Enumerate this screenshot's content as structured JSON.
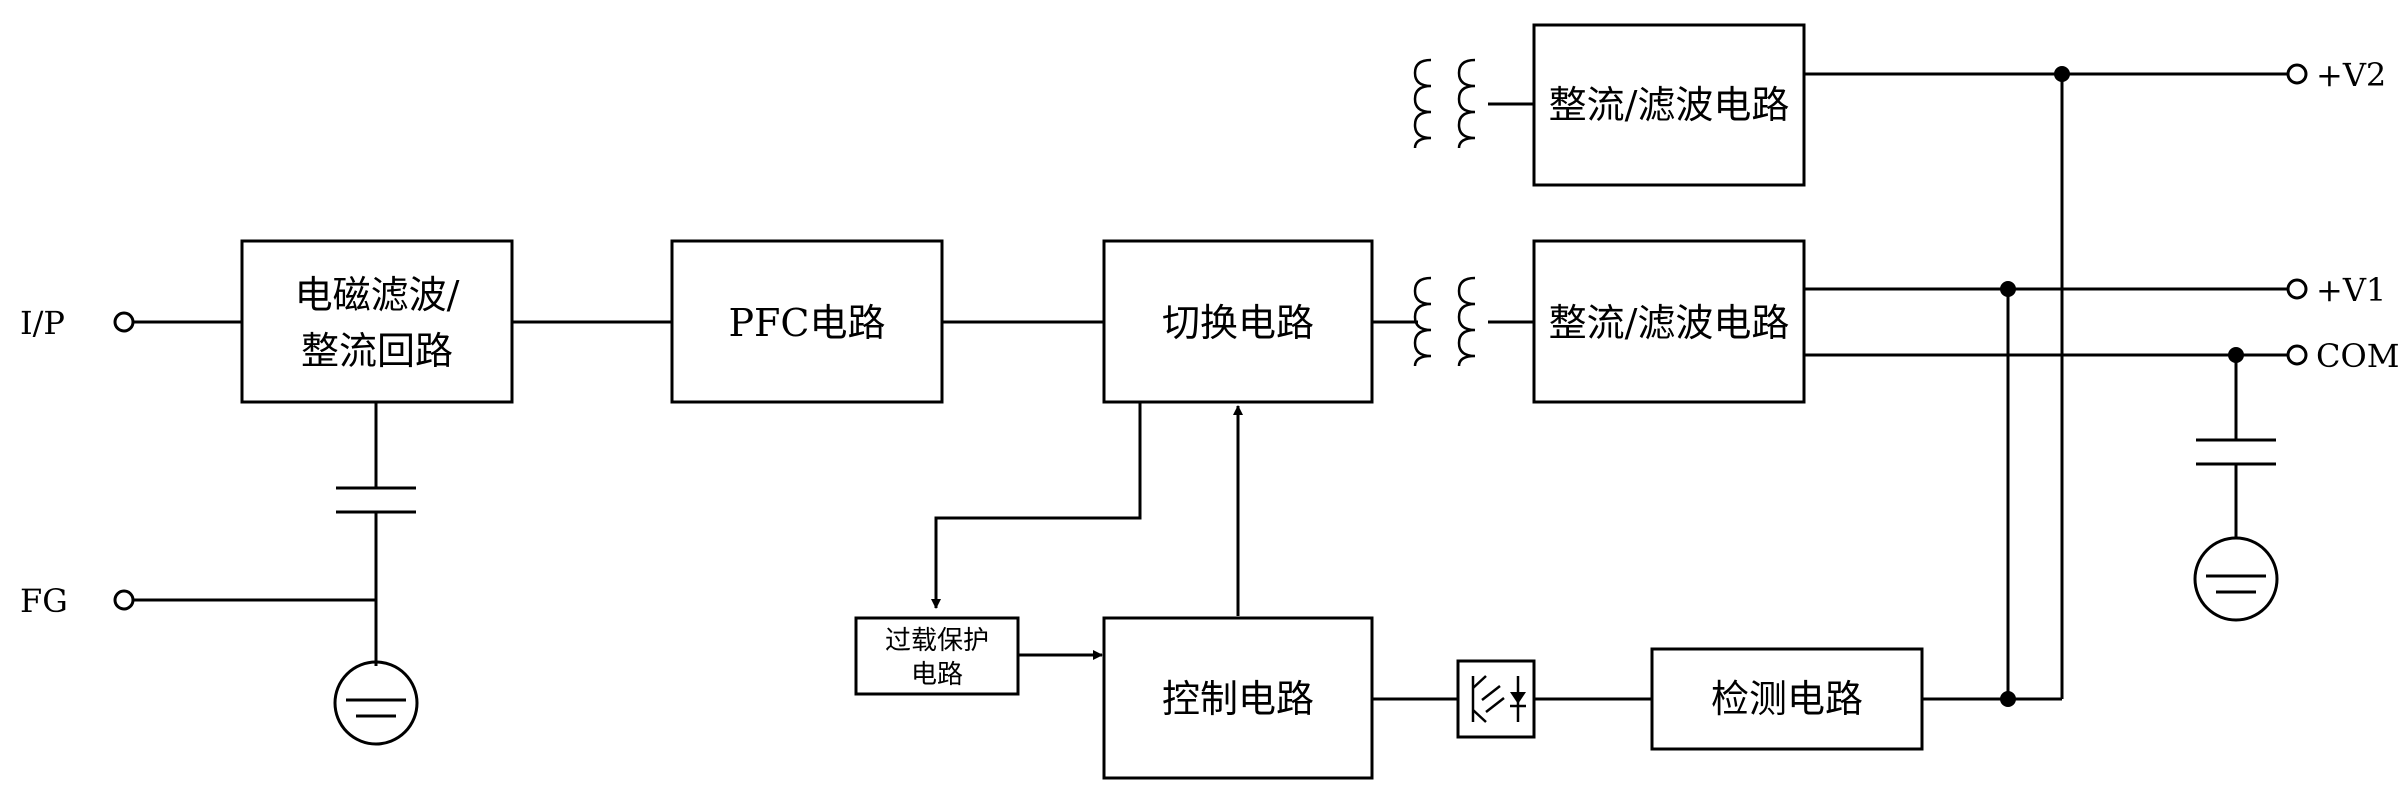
{
  "blocks": {
    "emi": {
      "line1": "电磁滤波/",
      "line2": "整流回路"
    },
    "pfc": {
      "label": "PFC电路"
    },
    "switching": {
      "label": "切换电路"
    },
    "rect_top": {
      "label": "整流/滤波电路"
    },
    "rect_mid": {
      "label": "整流/滤波电路"
    },
    "control": {
      "label": "控制电路"
    },
    "overload": {
      "line1": "过载保护",
      "line2": "电路"
    },
    "detect": {
      "label": "检测电路"
    }
  },
  "terminals": {
    "ip": "I/P",
    "fg": "FG",
    "v2": "+V2",
    "v1": "+V1",
    "com": "COM"
  },
  "icons": [
    "transformer-icon",
    "capacitor-icon",
    "ground-icon",
    "optocoupler-icon"
  ]
}
